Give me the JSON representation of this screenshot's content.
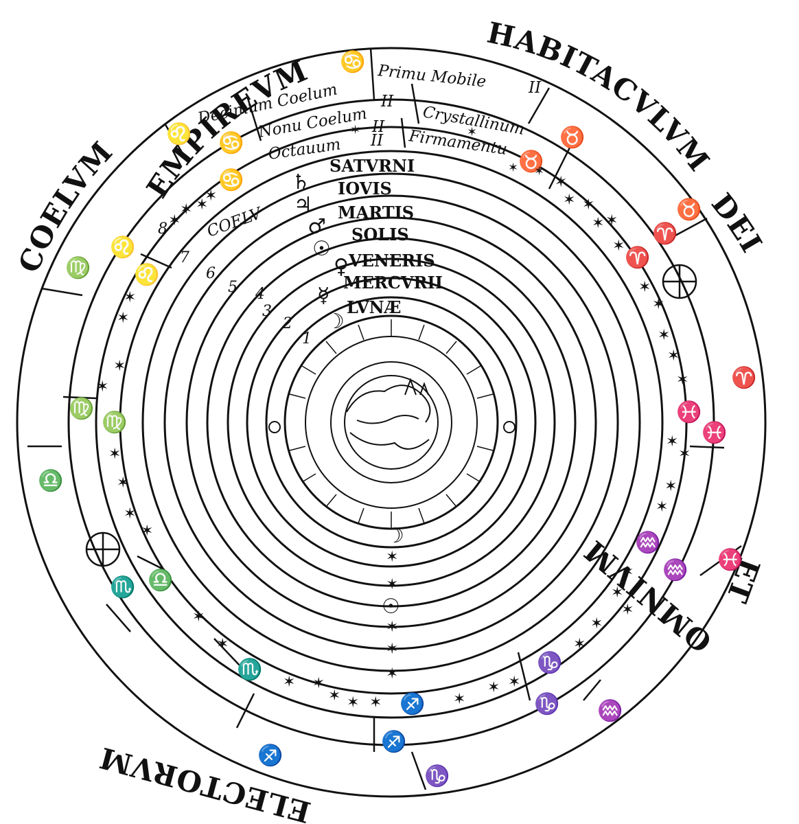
{
  "outer_inscription": {
    "empireum": "EMPIREVM",
    "habitaculum": "HABITACVLVM",
    "dei": "DEI",
    "et": "ET",
    "omnium": "OMNIVM",
    "electorum": "ELECTORVM",
    "coelum": "COELVM"
  },
  "heavens": {
    "primum_mobile": "Primu Mobile",
    "primum_numeral": "II",
    "decimum": "Decimum Coelum",
    "decimum_numeral": "II",
    "crystallinum": "Crystallinum",
    "nonum": "Nonu Coelum",
    "nonum_numeral": "II",
    "firmamentum": "Firmamentu",
    "octavum": "Octauum",
    "octavum_numeral": "II"
  },
  "spheres": {
    "coelum_label": "COELV",
    "saturn": "SATVRNI",
    "jupiter": "IOVIS",
    "mars": "MARTIS",
    "sun": "SOLIS",
    "venus": "VENERIS",
    "mercury": "MERCVRII",
    "moon": "LVNÆ"
  },
  "sphere_numbers": [
    "1",
    "2",
    "3",
    "4",
    "5",
    "6",
    "7",
    "8"
  ],
  "planet_symbols": {
    "saturn": "♄",
    "jupiter": "♃",
    "mars": "♂",
    "sun": "☉",
    "venus": "♀",
    "mercury": "☿",
    "moon": "☽"
  },
  "zodiac_symbols": {
    "cancer": "♋",
    "leo": "♌",
    "virgo": "♍",
    "libra": "♎",
    "scorpio": "♏",
    "sagittarius": "♐",
    "capricorn": "♑",
    "aquarius": "♒",
    "pisces": "♓",
    "aries": "♈",
    "taurus": "♉",
    "gemini": "♊"
  },
  "stars": "✶",
  "colors": {
    "ink": "#111111",
    "paper": "#ffffff"
  }
}
